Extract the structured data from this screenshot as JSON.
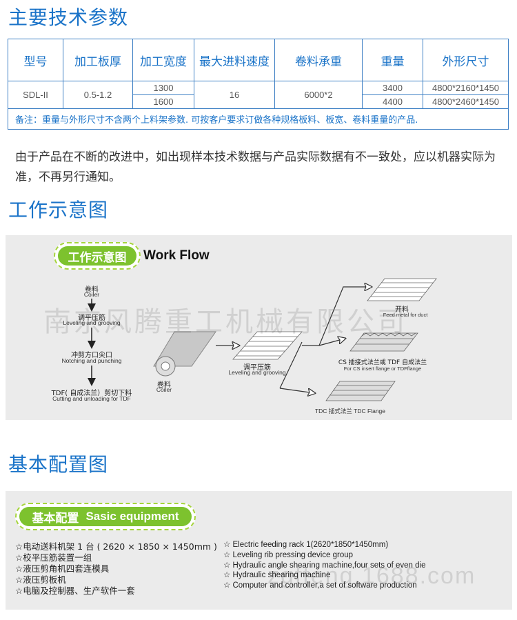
{
  "sections": {
    "params_title": "主要技术参数",
    "workflow_title": "工作示意图",
    "config_title": "基本配置图"
  },
  "params_table": {
    "headers": [
      "型号",
      "加工板厚",
      "加工宽度",
      "最大进料速度",
      "卷料承重",
      "重量",
      "外形尺寸"
    ],
    "model": "SDL-II",
    "thickness": "0.5-1.2",
    "widths": [
      "1300",
      "1600"
    ],
    "speed": "16",
    "coil_weight": "6000*2",
    "weights": [
      "3400",
      "4400"
    ],
    "dimensions": [
      "4800*2160*1450",
      "4800*2460*1450"
    ],
    "note": "备注：重量与外形尺寸不含两个上料架参数. 可按客户要求订做各种规格板料、板宽、卷料重量的产品."
  },
  "description": "由于产品在不断的改进中，如出现样本技术数据与产品实际数据有不一致处，应以机器实际为准，不再另行通知。",
  "workflow": {
    "badge_cn": "工作示意图",
    "title_en": "Work Flow",
    "watermark": "南京风腾重工机械有限公司",
    "steps": [
      {
        "cn": "卷料",
        "en": "Coiler"
      },
      {
        "cn": "调平压筋",
        "en": "Leveling and grooving"
      },
      {
        "cn": "冲剪方口尖口",
        "en": "Notching and punching"
      },
      {
        "cn": "TDF( 自成法兰）剪切下料",
        "en": "Cutting and unloading for TDF"
      }
    ],
    "diagram": {
      "coiler_cn": "卷料",
      "coiler_en": "Coiler",
      "leveling_cn": "调平压筋",
      "leveling_en": "Leveling and grooving",
      "feed_cn": "开料",
      "feed_en": "Feed metal for duct",
      "cs_cn": "CS 插接式法兰或 TDF 自成法兰",
      "cs_en": "For CS insert flange or TDFflange",
      "tdc": "TDC 插式法兰 TDC Flange"
    }
  },
  "basic": {
    "badge_cn": "基本配置",
    "badge_en": "Sasic equipment",
    "watermark": "zgfteng.1688.com",
    "items_cn": [
      "☆电动送料机架 1 台 ( 2620 × 1850 × 1450mm )",
      "☆校平压筋装置一组",
      "☆液压剪角机四套连模具",
      "☆液压剪板机",
      "☆电脑及控制器、生产软件一套"
    ],
    "items_en": [
      "☆ Electric feeding rack 1(2620*1850*1450mm)",
      "☆ Leveling rib pressing device group",
      "☆ Hydraulic angle shearing machine,four sets of even die",
      "☆ Hydraulic shearing machine",
      "☆ Computer and controller,a set of software production"
    ]
  },
  "colors": {
    "title_blue": "#1a73c8",
    "badge_green": "#7dc22e",
    "panel_gray": "#ebebeb"
  }
}
